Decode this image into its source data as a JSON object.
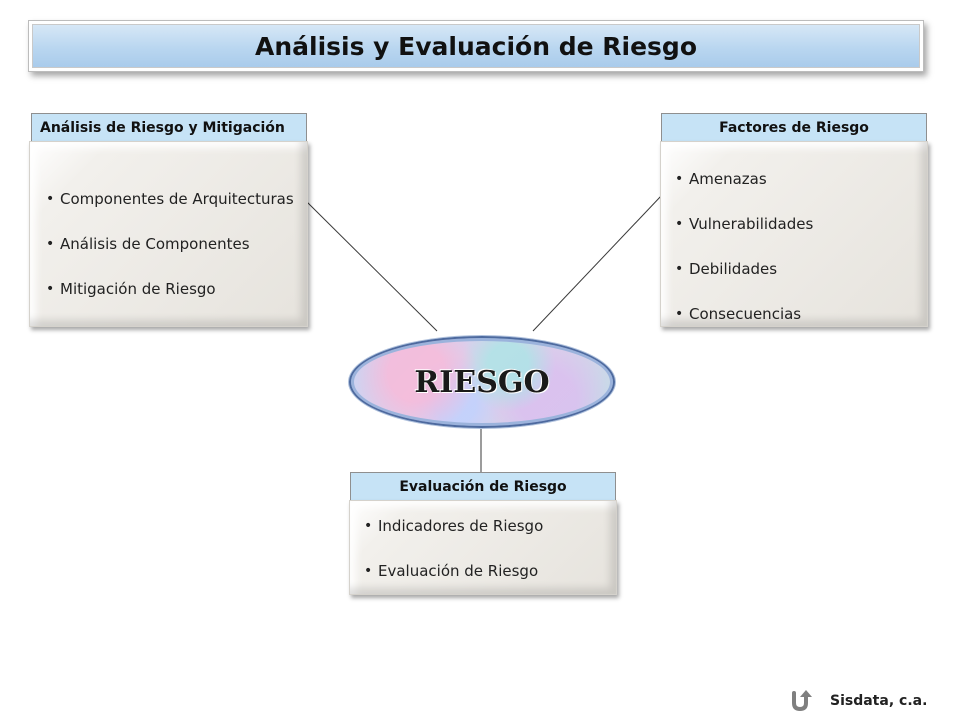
{
  "title": "Análisis y Evaluación de Riesgo",
  "center_node": {
    "label": "RIESGO"
  },
  "boxes": {
    "mitigacion": {
      "header": "Análisis de Riesgo y Mitigación",
      "items": [
        "Componentes de Arquitecturas",
        "Análisis de Componentes",
        "Mitigación de Riesgo"
      ]
    },
    "factores": {
      "header": "Factores de Riesgo",
      "items": [
        "Amenazas",
        "Vulnerabilidades",
        "Debilidades",
        "Consecuencias"
      ]
    },
    "evaluacion": {
      "header": "Evaluación de Riesgo",
      "items": [
        "Indicadores de Riesgo",
        "Evaluación de Riesgo"
      ]
    }
  },
  "footer": {
    "company": "Sisdata, c.a.",
    "icon": "return-arrow-icon"
  },
  "colors": {
    "header_fill": "#c6e3f6",
    "title_fill": "#b9d6f0",
    "ellipse_border": "#4d6a9f"
  }
}
